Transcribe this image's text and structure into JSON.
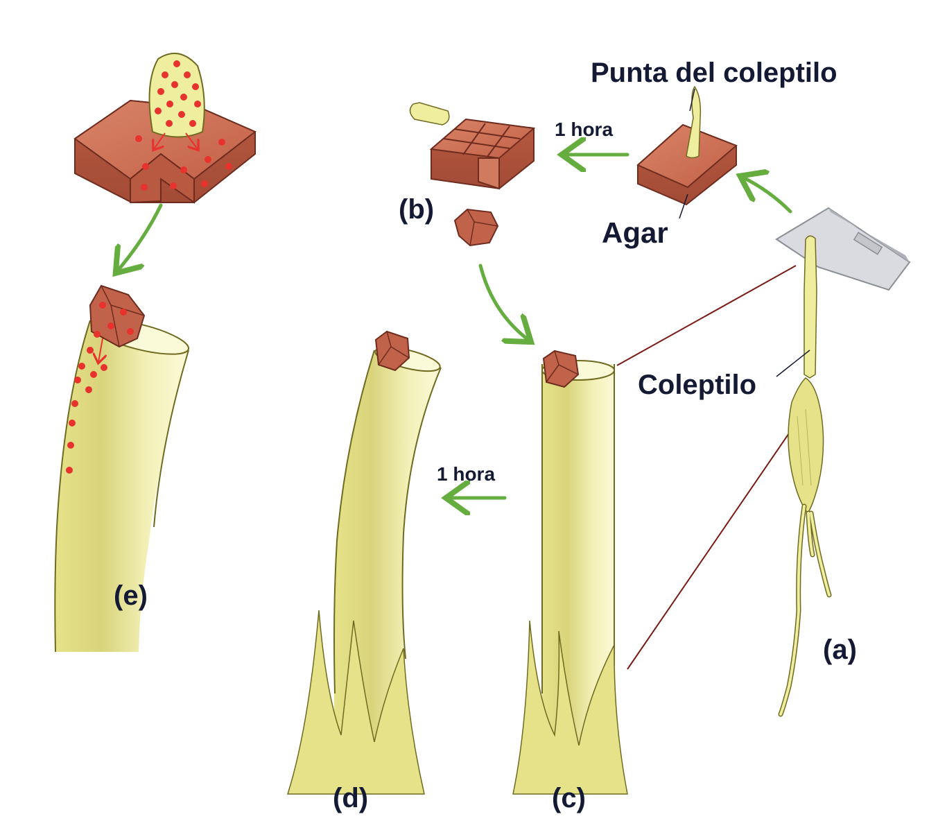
{
  "labels": {
    "tip": "Punta del coleptilo",
    "agar": "Agar",
    "coleoptile": "Coleptilo",
    "time_top": "1 hora",
    "time_bottom": "1 hora",
    "a": "(a)",
    "b": "(b)",
    "c": "(c)",
    "d": "(d)",
    "e": "(e)"
  },
  "colors": {
    "agar": "#c8694e",
    "agar_dark": "#9c4a35",
    "coleoptile": "#eeee9e",
    "coleoptile_shade": "#c9c56a",
    "auxin_dots": "#e8322d",
    "arrows": "#66ad3f",
    "pointer_lines": "#7a1a14",
    "text": "#141a33"
  }
}
